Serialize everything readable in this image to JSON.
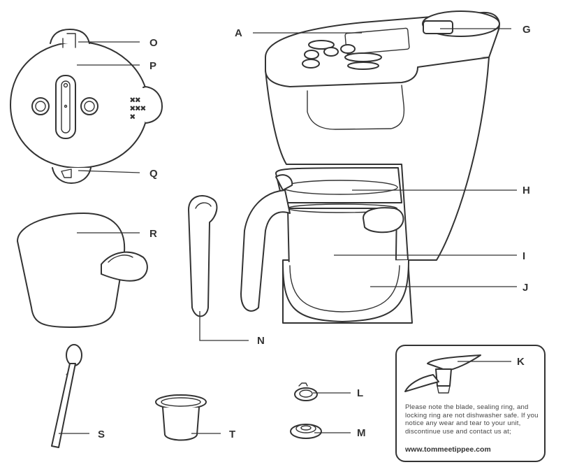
{
  "labels": {
    "A": "A",
    "G": "G",
    "H": "H",
    "I": "I",
    "J": "J",
    "K": "K",
    "L": "L",
    "M": "M",
    "N": "N",
    "O": "O",
    "P": "P",
    "Q": "Q",
    "R": "R",
    "S": "S",
    "T": "T"
  },
  "note": {
    "text": "Please note the blade, sealing ring, and locking ring are not dishwasher safe. If you notice any wear and tear to your unit, discontinue use and contact us at;",
    "url": "www.tommeetippee.com"
  }
}
